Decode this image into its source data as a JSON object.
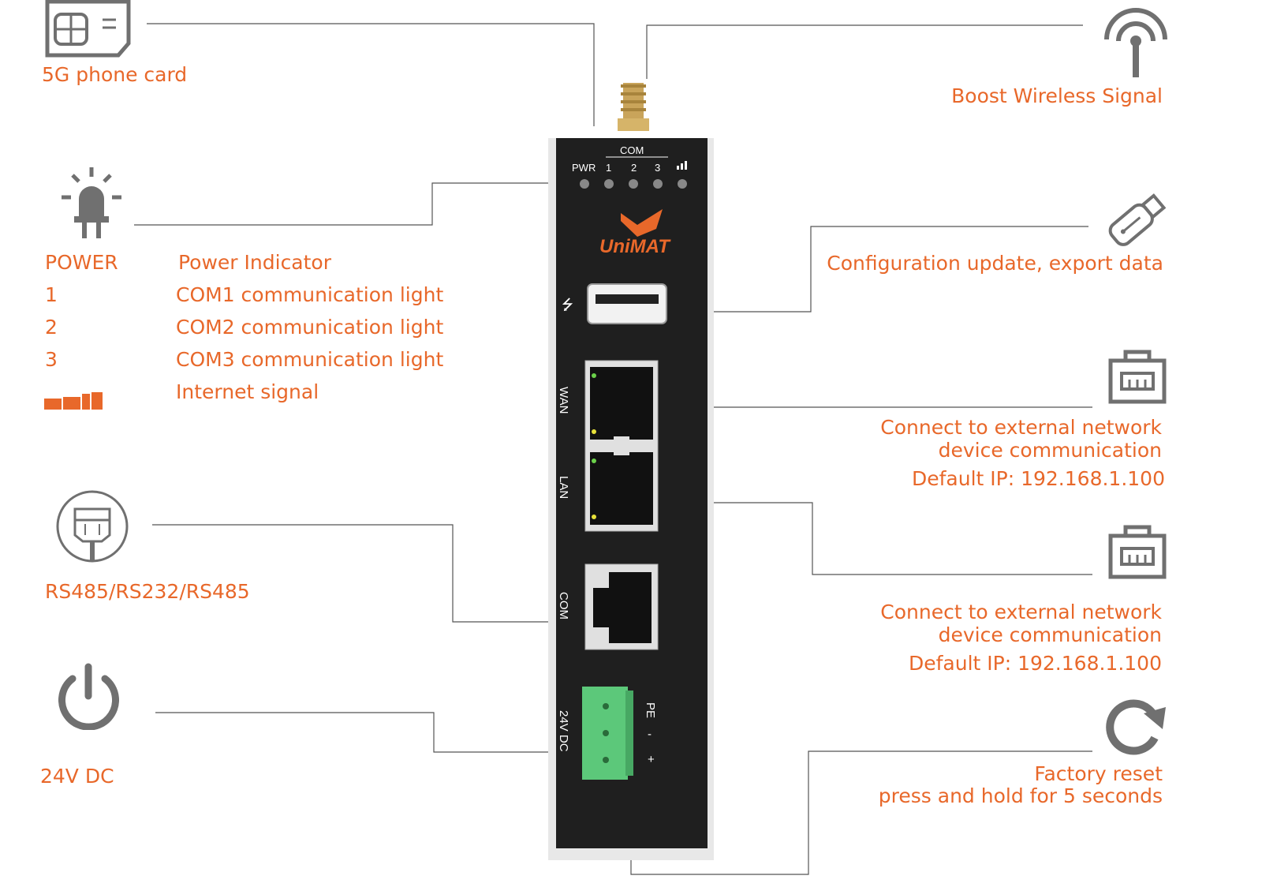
{
  "device": {
    "brand": "UniMAT",
    "led_labels": {
      "pwr": "PWR",
      "com": "COM",
      "c1": "1",
      "c2": "2",
      "c3": "3"
    },
    "port_labels": {
      "wan": "WAN",
      "lan": "LAN",
      "com": "COM",
      "dc": "24V DC",
      "pe": "PE",
      "minus": "-",
      "plus": "+"
    }
  },
  "left": {
    "sim": {
      "label": "5G phone card"
    },
    "power": {
      "label": "24V DC"
    },
    "serial": {
      "label": "RS485/RS232/RS485"
    },
    "indicators": [
      {
        "key": "POWER",
        "desc": "Power Indicator"
      },
      {
        "key": "1",
        "desc": "COM1 communication light"
      },
      {
        "key": "2",
        "desc": "COM2 communication light"
      },
      {
        "key": "3",
        "desc": "COM3 communication light"
      },
      {
        "key": "",
        "desc": "Internet signal"
      }
    ]
  },
  "right": {
    "antenna": {
      "label": "Boost Wireless Signal"
    },
    "usb": {
      "label": "Configuration update, export data"
    },
    "wan": {
      "line1": "Connect to external network",
      "line2": "device communication",
      "line3": "Default IP: 192.168.1.100"
    },
    "lan": {
      "line1": "Connect to external network",
      "line2": "device communication",
      "line3": "Default IP: 192.168.1.100"
    },
    "reset": {
      "line1": "Factory reset",
      "line2": "press and hold for 5 seconds"
    }
  },
  "colors": {
    "accent": "#e8682a",
    "device": "#1f1f1f",
    "icon": "#707070",
    "terminal": "#5cc87a"
  }
}
